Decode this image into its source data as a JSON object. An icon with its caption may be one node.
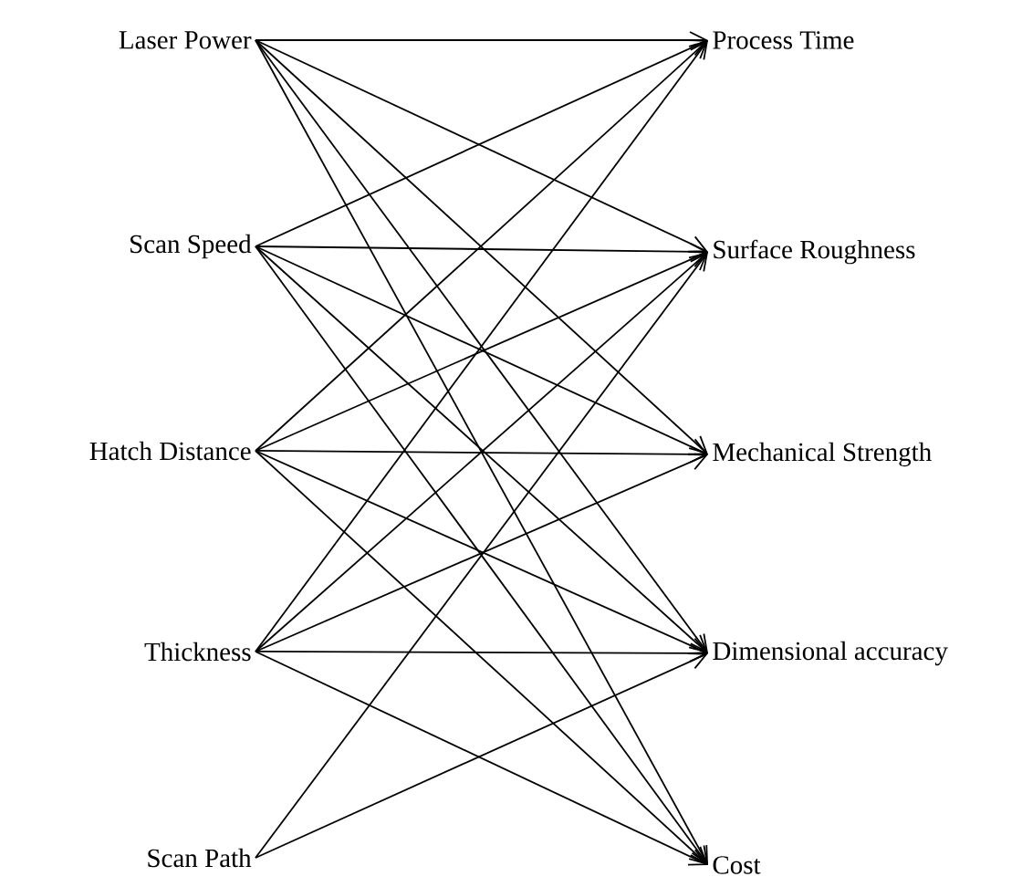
{
  "diagram": {
    "nodes": [
      {
        "text": [
          "Laser Power"
        ]
      },
      {
        "text": [
          "Scan Speed"
        ]
      },
      {
        "text": [
          "Hatch Distance"
        ]
      },
      {
        "text": [
          "Thickness"
        ]
      },
      {
        "text": [
          "Scan Path"
        ]
      },
      {
        "text": [
          "Process Time"
        ]
      },
      {
        "text": [
          "Surface Roughness"
        ]
      },
      {
        "text": [
          "Mechanical Strength"
        ]
      },
      {
        "text": [
          "Dimensional accuracy"
        ]
      },
      {
        "text": [
          "Cost"
        ]
      }
    ],
    "edges": [
      {
        "from": 0,
        "to": 5,
        "arrow": "to"
      },
      {
        "from": 0,
        "to": 6,
        "arrow": "to"
      },
      {
        "from": 0,
        "to": 7,
        "arrow": "to"
      },
      {
        "from": 0,
        "to": 8,
        "arrow": "to"
      },
      {
        "from": 0,
        "to": 9,
        "arrow": "to"
      },
      {
        "from": 1,
        "to": 5,
        "arrow": "to"
      },
      {
        "from": 1,
        "to": 6,
        "arrow": "to"
      },
      {
        "from": 1,
        "to": 7,
        "arrow": "to"
      },
      {
        "from": 1,
        "to": 8,
        "arrow": "to"
      },
      {
        "from": 1,
        "to": 9,
        "arrow": "to"
      },
      {
        "from": 2,
        "to": 5,
        "arrow": "to"
      },
      {
        "from": 2,
        "to": 6,
        "arrow": "to"
      },
      {
        "from": 2,
        "to": 7,
        "arrow": "to"
      },
      {
        "from": 2,
        "to": 8,
        "arrow": "to"
      },
      {
        "from": 2,
        "to": 9,
        "arrow": "to"
      },
      {
        "from": 3,
        "to": 5,
        "arrow": "to"
      },
      {
        "from": 3,
        "to": 6,
        "arrow": "to"
      },
      {
        "from": 3,
        "to": 7,
        "arrow": "to"
      },
      {
        "from": 3,
        "to": 8,
        "arrow": "to"
      },
      {
        "from": 3,
        "to": 9,
        "arrow": "to"
      },
      {
        "from": 4,
        "to": 6,
        "arrow": "to"
      },
      {
        "from": 4,
        "to": 8,
        "arrow": "to"
      }
    ]
  }
}
